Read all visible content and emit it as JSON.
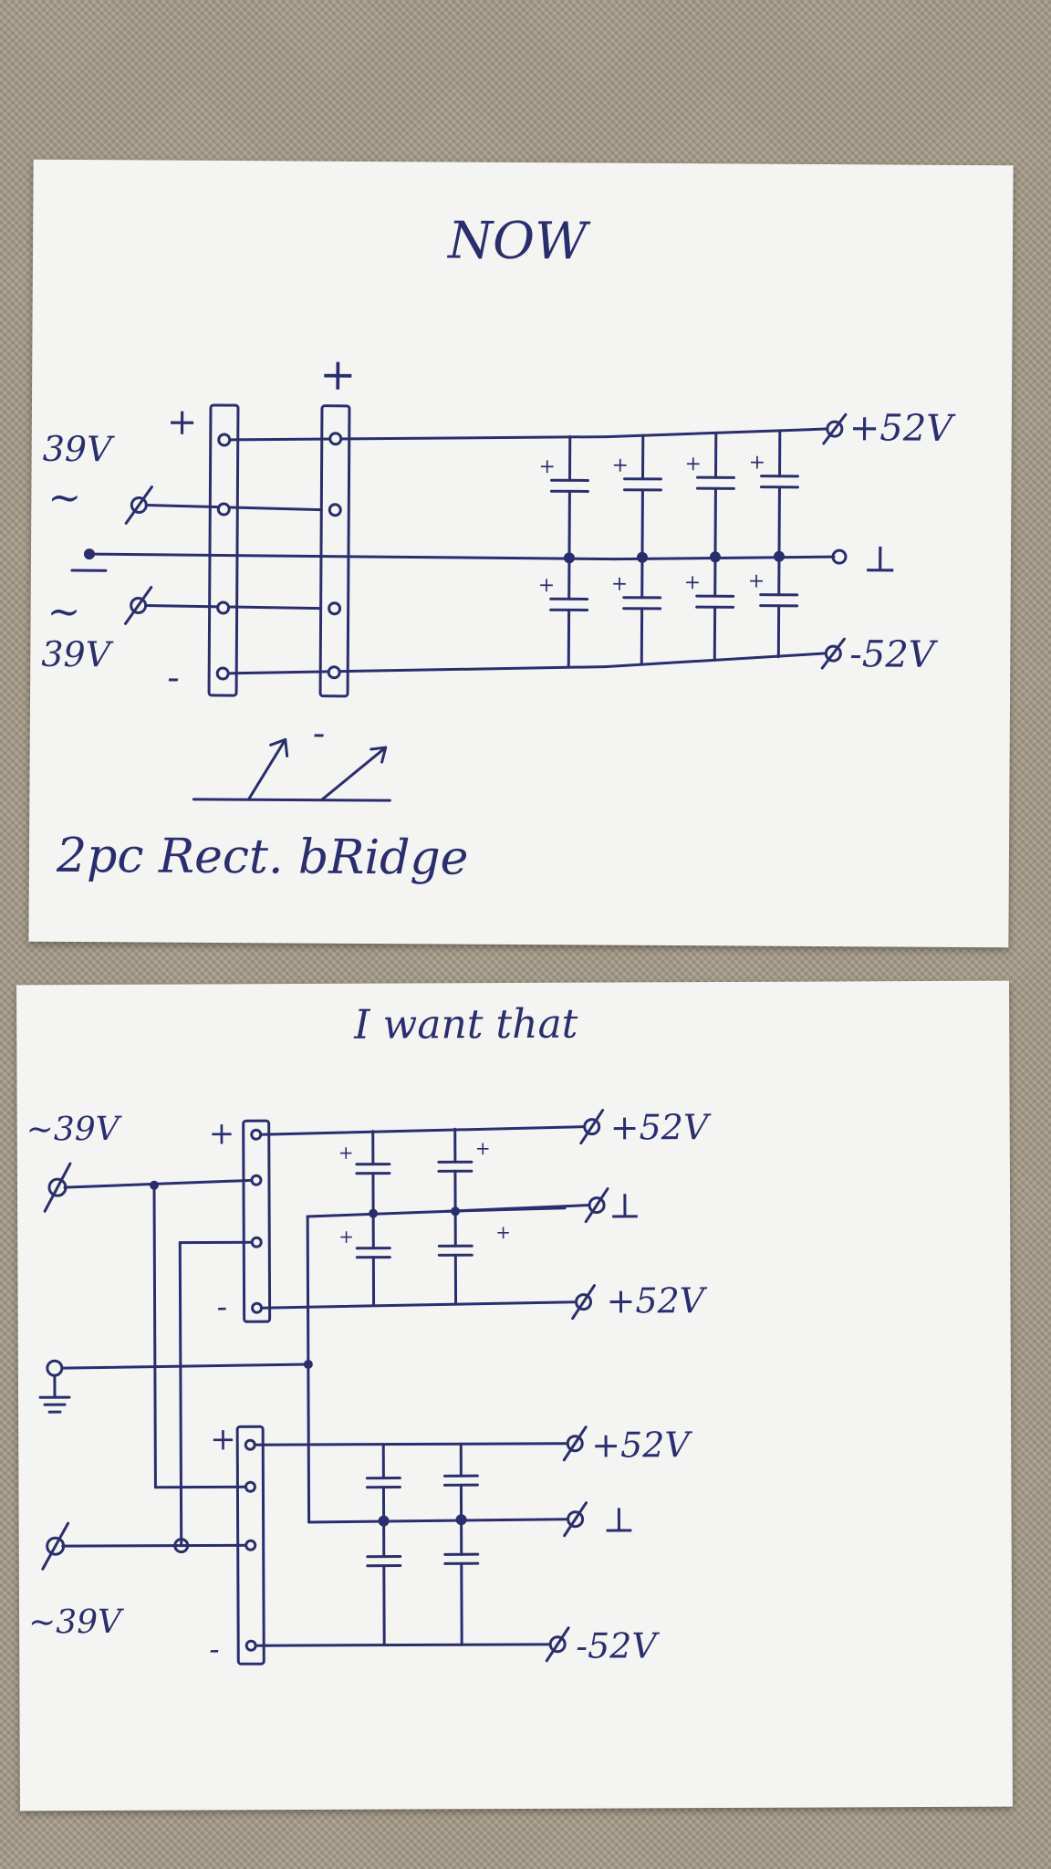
{
  "top_sheet": {
    "title": "NOW",
    "input_upper_label": "39V",
    "input_lower_label": "39V",
    "ac_symbol": "~",
    "plus_sign": "+",
    "minus_sign": "-",
    "output_positive": "+52V",
    "output_ground": "⊥",
    "output_negative": "-52V",
    "caption": "2pc Rect. bRidge"
  },
  "bottom_sheet": {
    "title": "I want that",
    "input_upper_label": "~39V",
    "input_lower_label": "~39V",
    "plus_sign": "+",
    "minus_sign": "-",
    "upper_out_1": "+52V",
    "upper_out_2": "⊥",
    "upper_out_3": "+52V",
    "lower_out_1": "+52V",
    "lower_out_2": "⊥",
    "lower_out_3": "-52V"
  },
  "colors": {
    "ink": "#2a2e6e",
    "paper": "#f4f5f3",
    "background": "#a59a88"
  }
}
